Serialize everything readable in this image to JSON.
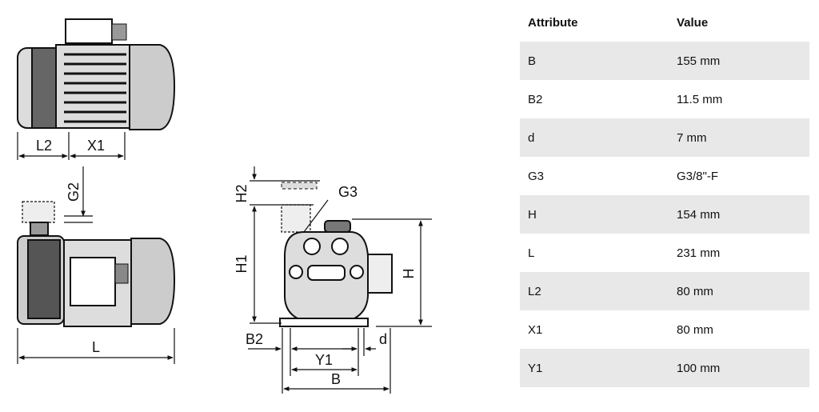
{
  "drawing": {
    "labels": {
      "L2": "L2",
      "X1": "X1",
      "G2": "G2",
      "L": "L",
      "H2": "H2",
      "G3": "G3",
      "H1": "H1",
      "H": "H",
      "B2": "B2",
      "d": "d",
      "Y1": "Y1",
      "B": "B"
    }
  },
  "table": {
    "headers": {
      "attribute": "Attribute",
      "value": "Value"
    },
    "rows": [
      {
        "attribute": "B",
        "value": "155 mm"
      },
      {
        "attribute": "B2",
        "value": "11.5 mm"
      },
      {
        "attribute": "d",
        "value": "7 mm"
      },
      {
        "attribute": "G3",
        "value": "G3/8\"-F"
      },
      {
        "attribute": "H",
        "value": "154 mm"
      },
      {
        "attribute": "L",
        "value": "231 mm"
      },
      {
        "attribute": "L2",
        "value": "80 mm"
      },
      {
        "attribute": "X1",
        "value": "80 mm"
      },
      {
        "attribute": "Y1",
        "value": "100 mm"
      }
    ]
  }
}
